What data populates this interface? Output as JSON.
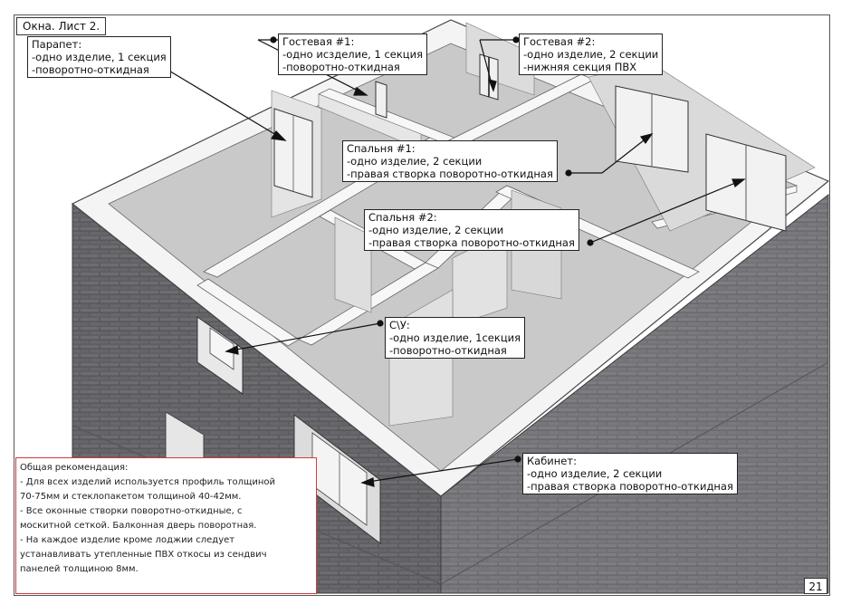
{
  "sheet_title": "Окна. Лист 2.",
  "page_number": "21",
  "callouts": {
    "parapet": {
      "lines": [
        "Парапет:",
        "-одно изделие, 1 секция",
        "-поворотно-откидная"
      ]
    },
    "guest1": {
      "lines": [
        "Гостевая #1:",
        "-одно исзделие, 1 секция",
        "-поворотно-откидная"
      ]
    },
    "guest2": {
      "lines": [
        "Гостевая #2:",
        "-одно изделие, 2 секции",
        "-нижняя секция ПВХ"
      ]
    },
    "bedroom1": {
      "lines": [
        "Спальня #1:",
        "-одно изделие, 2 секции",
        "-правая створка поворотно-откидная"
      ]
    },
    "bedroom2": {
      "lines": [
        "Спальня #2:",
        "-одно изделие, 2 секции",
        "-правая створка поворотно-откидная"
      ]
    },
    "bathroom": {
      "lines": [
        "С\\У:",
        "-одно изделие, 1секция",
        "-поворотно-откидная"
      ]
    },
    "office": {
      "lines": [
        "Кабинет:",
        "-одно изделие, 2 секции",
        "-правая створка поворотно-откидная"
      ]
    }
  },
  "general_note": {
    "lines": [
      "Общая рекомендация:",
      "- Для всех изделий используется профиль толщиной",
      "70-75мм и стеклопакетом толщиной 40-42мм.",
      "- Все оконные створки поворотно-откидные, с",
      "москитной сеткой. Балконная дверь поворотная.",
      "- На каждое изделие кроме лоджии следует",
      "устанавливать утепленные ПВХ откосы из сендвич",
      "панелей толщиною 8мм."
    ]
  }
}
